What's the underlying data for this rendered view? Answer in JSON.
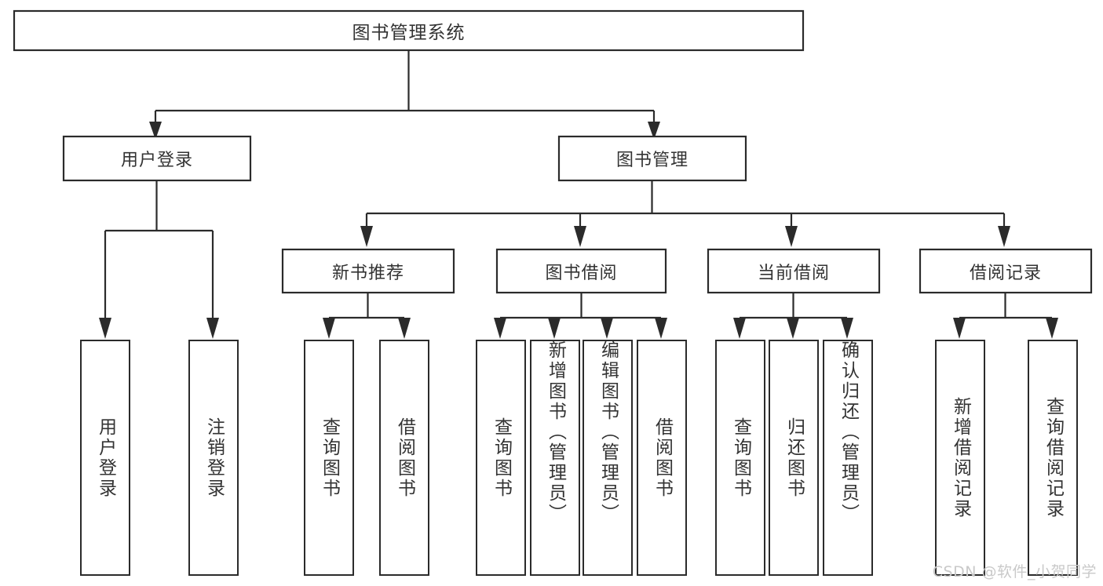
{
  "diagram": {
    "title": "图书管理系统",
    "type": "tree",
    "watermark": "CSDN @软件_小贺同学",
    "colors": {
      "box_stroke": "#2b2b2b",
      "box_fill": "#ffffff",
      "text": "#333333",
      "connector": "#2b2b2b",
      "watermark": "#c9c9c9",
      "background": "#ffffff"
    },
    "levels": {
      "root": {
        "label": "图书管理系统"
      },
      "level1": [
        {
          "id": "user-login",
          "label": "用户登录"
        },
        {
          "id": "book-manage",
          "label": "图书管理"
        }
      ],
      "level2": [
        {
          "id": "new-book-recommend",
          "label": "新书推荐",
          "parent": "book-manage"
        },
        {
          "id": "book-borrow",
          "label": "图书借阅",
          "parent": "book-manage"
        },
        {
          "id": "current-borrow",
          "label": "当前借阅",
          "parent": "book-manage"
        },
        {
          "id": "borrow-record",
          "label": "借阅记录",
          "parent": "book-manage"
        }
      ],
      "leaves": [
        {
          "id": "leaf-user-login",
          "label": "用户登录",
          "parent": "user-login"
        },
        {
          "id": "leaf-logout-login",
          "label": "注销登录",
          "parent": "user-login"
        },
        {
          "id": "leaf-query-book-1",
          "label": "查询图书",
          "parent": "new-book-recommend"
        },
        {
          "id": "leaf-borrow-book-1",
          "label": "借阅图书",
          "parent": "new-book-recommend"
        },
        {
          "id": "leaf-query-book-2",
          "label": "查询图书",
          "parent": "book-borrow"
        },
        {
          "id": "leaf-add-book",
          "label": "新增图书（管理员）",
          "parent": "book-borrow"
        },
        {
          "id": "leaf-edit-book",
          "label": "编辑图书（管理员）",
          "parent": "book-borrow"
        },
        {
          "id": "leaf-borrow-book-2",
          "label": "借阅图书",
          "parent": "book-borrow"
        },
        {
          "id": "leaf-query-book-3",
          "label": "查询图书",
          "parent": "current-borrow"
        },
        {
          "id": "leaf-return-book",
          "label": "归还图书",
          "parent": "current-borrow"
        },
        {
          "id": "leaf-confirm-return",
          "label": "确认归还（管理员）",
          "parent": "current-borrow"
        },
        {
          "id": "leaf-add-record",
          "label": "新增借阅记录",
          "parent": "borrow-record"
        },
        {
          "id": "leaf-query-record",
          "label": "查询借阅记录",
          "parent": "borrow-record"
        }
      ]
    }
  }
}
